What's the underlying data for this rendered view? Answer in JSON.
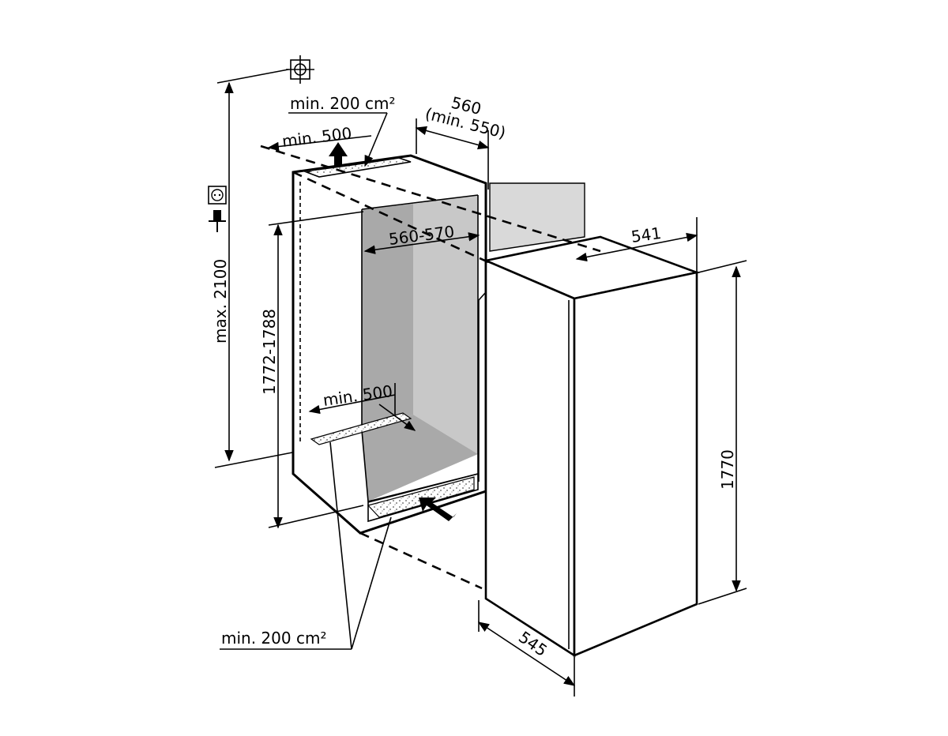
{
  "dimensions": {
    "niche_height": "1772-1788",
    "max_height": "max. 2100",
    "top_vent_area": "min. 200 cm²",
    "top_distance": "min. 500",
    "niche_width_line1": "560",
    "niche_width_line2": "(min. 550)",
    "inner_width": "560-570",
    "bottom_distance": "min. 500",
    "bottom_vent_area": "min. 200 cm²",
    "appliance_width": "541",
    "appliance_height": "1770",
    "appliance_depth": "545"
  },
  "colors": {
    "line": "#000000",
    "niche_gray": "#a9a9a9",
    "panel_gray": "#d9d9d9",
    "appliance_fill": "#ffffff"
  }
}
